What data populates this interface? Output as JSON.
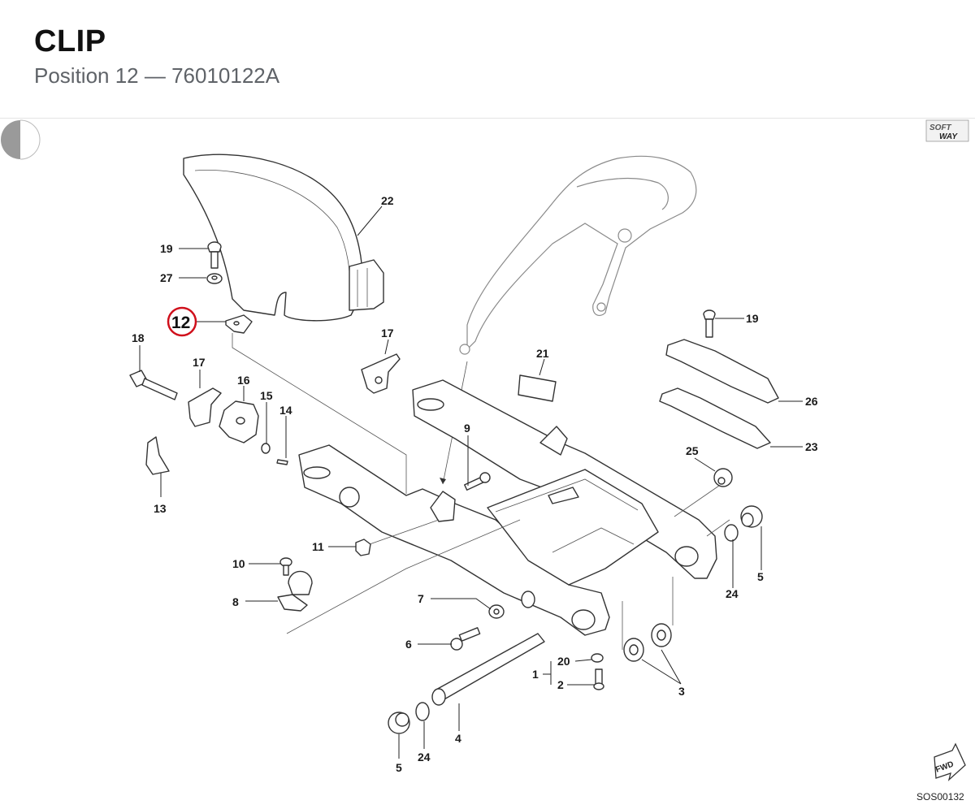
{
  "header": {
    "title": "CLIP",
    "subtitle": "Position 12 — 76010122A"
  },
  "diagram": {
    "highlight_color": "#d0101c",
    "highlighted_position": "12",
    "brand_logo": "SOFT WAY",
    "fwd_label": "FWD",
    "drawing_code": "SOS00132",
    "callouts": [
      "22",
      "19",
      "27",
      "12",
      "18",
      "17",
      "16",
      "15",
      "14",
      "13",
      "17",
      "21",
      "19",
      "26",
      "23",
      "9",
      "25",
      "5",
      "24",
      "11",
      "10",
      "8",
      "7",
      "6",
      "20",
      "1",
      "2",
      "3",
      "4",
      "24",
      "5"
    ]
  }
}
